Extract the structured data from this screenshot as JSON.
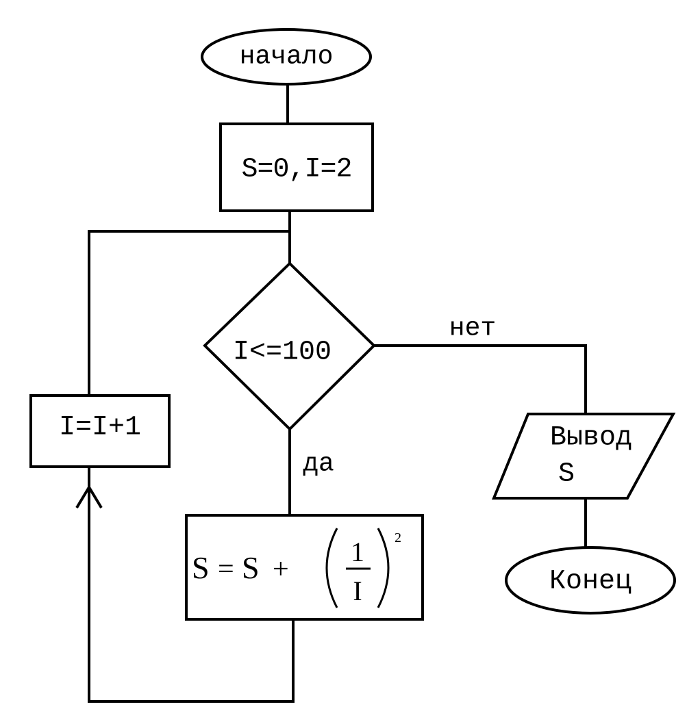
{
  "start": {
    "label": "начало"
  },
  "init": {
    "label": "S=0,I=2"
  },
  "condition": {
    "label": "I<=100"
  },
  "branch_no": {
    "label": "нет"
  },
  "branch_yes": {
    "label": "да"
  },
  "increment": {
    "label": "I=I+1"
  },
  "formula": {
    "lhs": "S",
    "equals": "=",
    "term": "S",
    "plus": "+",
    "numerator": "1",
    "denominator": "I",
    "exponent": "2"
  },
  "output": {
    "line1": "Вывод",
    "line2": "S"
  },
  "end": {
    "label": "Конец"
  },
  "colors": {
    "ink": "#000000",
    "paper": "#ffffff"
  }
}
